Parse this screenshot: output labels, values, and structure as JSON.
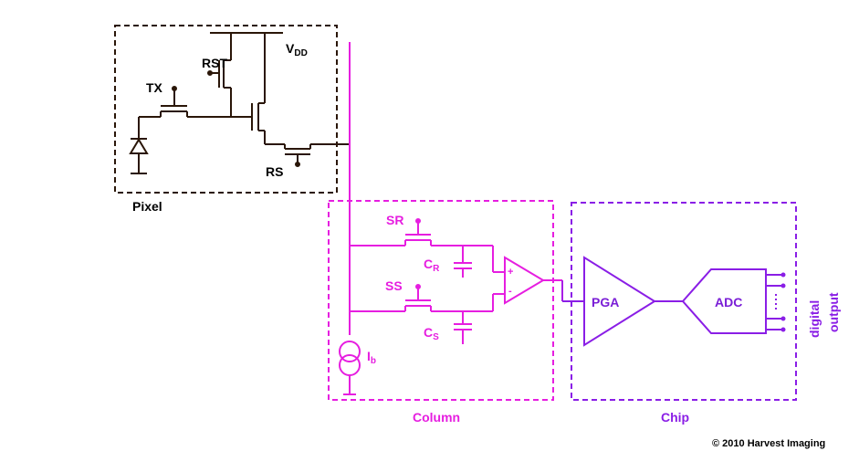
{
  "colors": {
    "pixel": "#2a1608",
    "column": "#e61ee0",
    "chip": "#8a1ee6",
    "text_dark": "#000000"
  },
  "pixel": {
    "box_label": "Pixel",
    "vdd_main": "V",
    "vdd_sub": "DD",
    "rst": "RST",
    "tx": "TX",
    "rs": "RS"
  },
  "column": {
    "box_label": "Column",
    "sr": "SR",
    "ss": "SS",
    "cr_main": "C",
    "cr_sub": "R",
    "cs_main": "C",
    "cs_sub": "S",
    "ib_main": "I",
    "ib_sub": "b",
    "opamp_plus": "+",
    "opamp_minus": "-"
  },
  "chip": {
    "box_label": "Chip",
    "pga": "PGA",
    "adc": "ADC",
    "output_line1": "digital",
    "output_line2": "output"
  },
  "copyright": "© 2010 Harvest Imaging"
}
